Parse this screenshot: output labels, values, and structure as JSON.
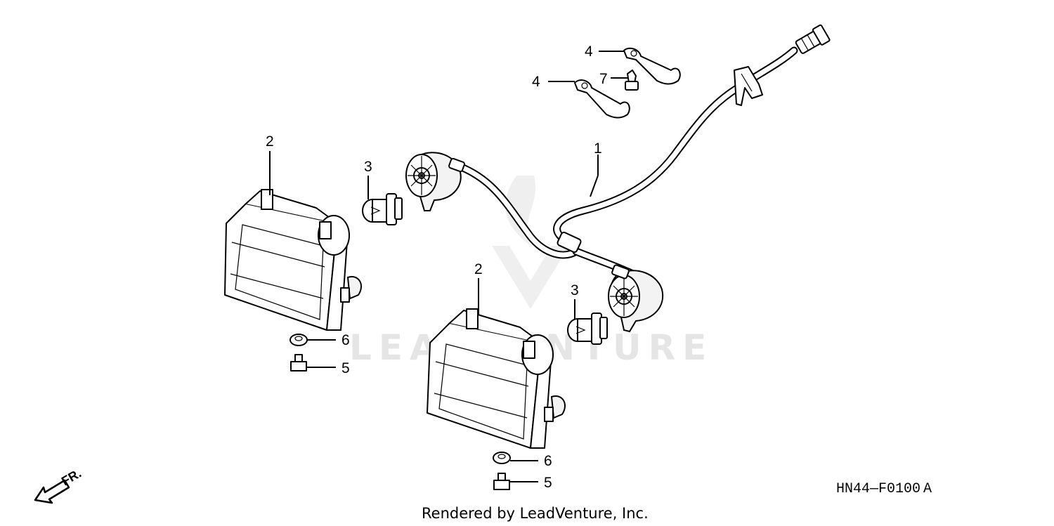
{
  "diagram": {
    "callouts": [
      {
        "id": "c1",
        "label": "1"
      },
      {
        "id": "c2a",
        "label": "2"
      },
      {
        "id": "c2b",
        "label": "2"
      },
      {
        "id": "c3a",
        "label": "3"
      },
      {
        "id": "c3b",
        "label": "3"
      },
      {
        "id": "c4a",
        "label": "4"
      },
      {
        "id": "c4b",
        "label": "4"
      },
      {
        "id": "c5a",
        "label": "5"
      },
      {
        "id": "c5b",
        "label": "5"
      },
      {
        "id": "c6a",
        "label": "6"
      },
      {
        "id": "c6b",
        "label": "6"
      },
      {
        "id": "c7",
        "label": "7"
      }
    ],
    "direction_label": "FR.",
    "diagram_code": "HN44—F0100 A",
    "credit": "Rendered by LeadVenture, Inc.",
    "watermark": "LEADVENTURE"
  }
}
